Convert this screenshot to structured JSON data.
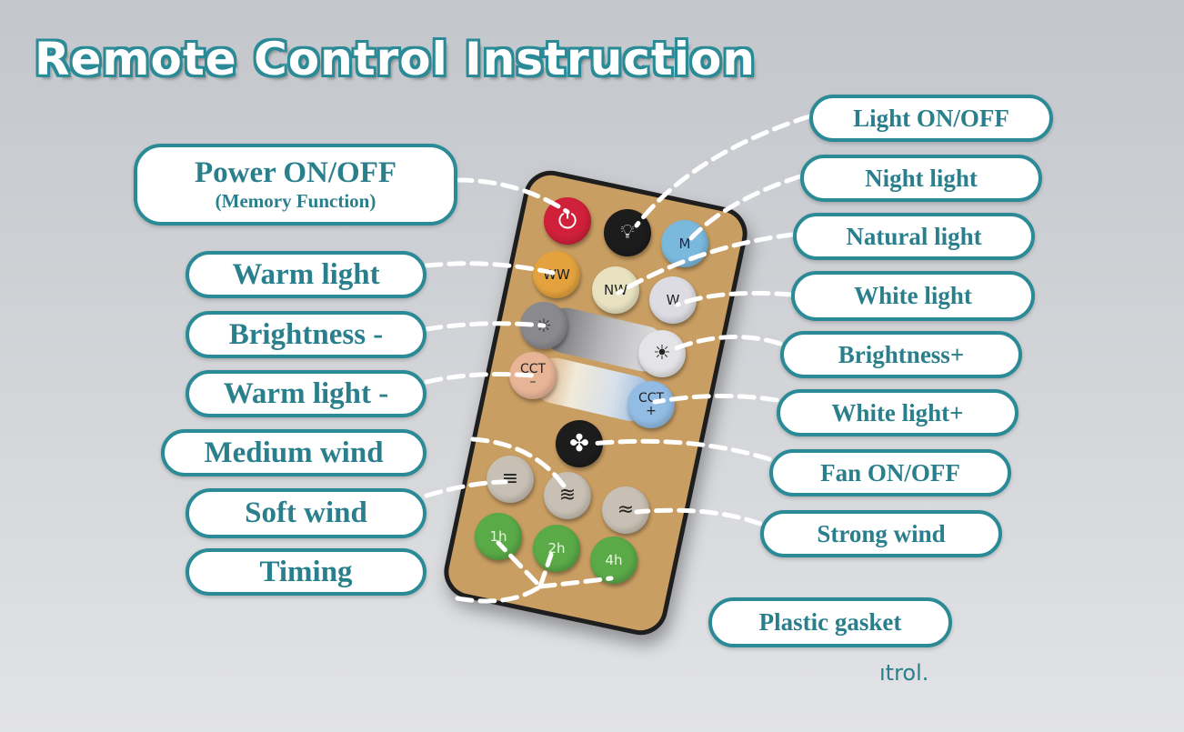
{
  "title": "Remote Control Instruction",
  "labels_left": [
    {
      "id": "power",
      "text": "Power ON/OFF",
      "sub": "(Memory Function)"
    },
    {
      "id": "warm",
      "text": "Warm light"
    },
    {
      "id": "bminus",
      "text": "Brightness -"
    },
    {
      "id": "wminus",
      "text": "Warm light -"
    },
    {
      "id": "medium",
      "text": "Medium wind"
    },
    {
      "id": "soft",
      "text": "Soft wind"
    },
    {
      "id": "timing",
      "text": "Timing"
    }
  ],
  "labels_right": [
    {
      "id": "light",
      "text": "Light ON/OFF"
    },
    {
      "id": "night",
      "text": "Night light"
    },
    {
      "id": "natural",
      "text": "Natural light"
    },
    {
      "id": "white",
      "text": "White light"
    },
    {
      "id": "bplus",
      "text": "Brightness+"
    },
    {
      "id": "wplus",
      "text": "White light+"
    },
    {
      "id": "fan",
      "text": "Fan ON/OFF"
    },
    {
      "id": "strong",
      "text": "Strong wind"
    },
    {
      "id": "gasket",
      "text": "Plastic gasket"
    }
  ],
  "remote": {
    "buttons": {
      "m": "M",
      "ww": "WW",
      "nw": "NW",
      "w": "W",
      "cct_minus": "CCT\n–",
      "cct_plus": "CCT\n+",
      "t1": "1h",
      "t2": "2h",
      "t4": "4h"
    }
  },
  "footer_fragment": "ıtrol.",
  "colors": {
    "accent": "#2a8a96",
    "power": "#d0203a",
    "timer": "#5aaa48",
    "remote_body": "#c99e62"
  }
}
